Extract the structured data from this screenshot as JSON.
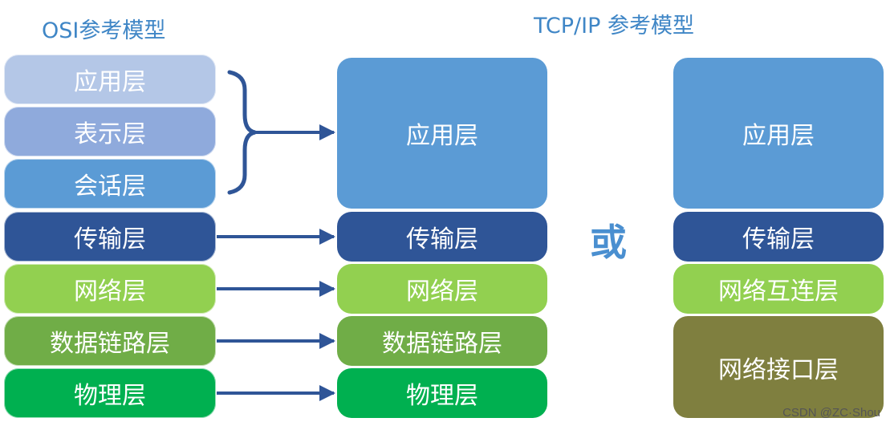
{
  "osi": {
    "title": "OSI参考模型",
    "layers": [
      {
        "label": "应用层",
        "color": "#b4c7e7"
      },
      {
        "label": "表示层",
        "color": "#8faadc"
      },
      {
        "label": "会话层",
        "color": "#5b9bd5"
      },
      {
        "label": "传输层",
        "color": "#2f5597"
      },
      {
        "label": "网络层",
        "color": "#92d050"
      },
      {
        "label": "数据链路层",
        "color": "#70ad47"
      },
      {
        "label": "物理层",
        "color": "#00b050"
      }
    ]
  },
  "tcpip_a": {
    "title": "TCP/IP 参考模型",
    "layers": [
      {
        "label": "应用层",
        "color": "#5b9bd5"
      },
      {
        "label": "传输层",
        "color": "#2f5597"
      },
      {
        "label": "网络层",
        "color": "#92d050"
      },
      {
        "label": "数据链路层",
        "color": "#70ad47"
      },
      {
        "label": "物理层",
        "color": "#00b050"
      }
    ]
  },
  "or_label": "或",
  "tcpip_b": {
    "layers": [
      {
        "label": "应用层",
        "color": "#5b9bd5"
      },
      {
        "label": "传输层",
        "color": "#2f5597"
      },
      {
        "label": "网络互连层",
        "color": "#92d050"
      },
      {
        "label": "网络接口层",
        "color": "#7f7f3f"
      }
    ]
  },
  "arrow_color": "#2f5597",
  "watermark": "CSDN @ZC·Shou"
}
